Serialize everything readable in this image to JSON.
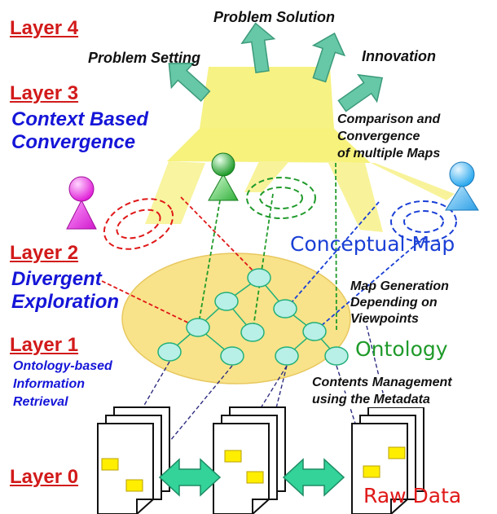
{
  "colors": {
    "layer_title": "#d21a1a",
    "layer_desc": "#1515d8",
    "concept_map": "#1a3fd6",
    "ontology": "#1f9a2a",
    "raw_data": "#e01818",
    "arrow": "#66c8a6",
    "funnel": "#f6f284",
    "ellipse": "#f8e38a",
    "node": "#b8efe6",
    "double_arrow": "#33d39a",
    "folder": "#ffee00"
  },
  "layers": {
    "l4": {
      "title": "Layer 4"
    },
    "l3": {
      "title": "Layer 3",
      "desc1": "Context Based",
      "desc2": "Convergence"
    },
    "l2": {
      "title": "Layer 2",
      "desc1": "Divergent",
      "desc2": "Exploration"
    },
    "l1": {
      "title": "Layer 1",
      "desc1": "Ontology-based",
      "desc2": "Information",
      "desc3": "Retrieval"
    },
    "l0": {
      "title": "Layer 0"
    }
  },
  "outputs": {
    "solution": "Problem Solution",
    "setting": "Problem Setting",
    "innovation": "Innovation"
  },
  "notes": {
    "comparison": [
      "Comparison and",
      "Convergence",
      "of multiple Maps"
    ],
    "mapgen": [
      "Map Generation",
      "Depending on",
      "Viewpoints"
    ],
    "contents": [
      "Contents Management",
      "using the Metadata"
    ]
  },
  "labels": {
    "conceptual_map": "Conceptual Map",
    "ontology": "Ontology",
    "raw_data": "Raw Data"
  },
  "icons": {
    "person_left": "person-magenta-icon",
    "person_mid": "person-green-icon",
    "person_right": "person-blue-icon",
    "document": "document-stack-icon"
  }
}
